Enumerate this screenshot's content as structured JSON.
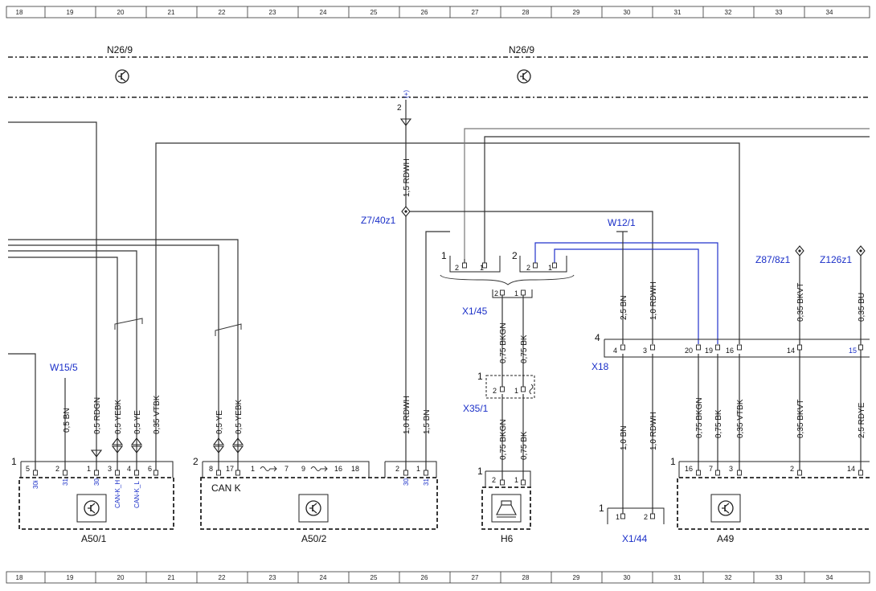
{
  "grid_numbers": [
    "18",
    "19",
    "20",
    "21",
    "22",
    "23",
    "24",
    "25",
    "26",
    "27",
    "28",
    "29",
    "30",
    "31",
    "32",
    "33",
    "34"
  ],
  "control_units": {
    "left": "N26/9",
    "right": "N26/9"
  },
  "splices": {
    "z7": "Z7/40z1",
    "z87": "Z87/8z1",
    "z126": "Z126z1",
    "w12": "W12/1",
    "w15": "W15/5"
  },
  "connectors": {
    "x1_45": "X1/45",
    "x35_1": "X35/1",
    "x18": "X18",
    "x1_44": "X1/44"
  },
  "components": {
    "a50_1": "A50/1",
    "a50_2": "A50/2",
    "h6": "H6",
    "a49": "A49",
    "can_k": "CAN K"
  },
  "wires": {
    "rdwh_15": "1,5 RDWH",
    "rdwh_10_z7": "1,0 RDWH",
    "bn_15": "1,5 BN",
    "bn_05": "0,5 BN",
    "rdgn_05": "0,5 RDGN",
    "yebk_05_a": "0,5 YEBK",
    "ye_05_a": "0,5 YE",
    "vtbk_035_a": "0,35 VTBK",
    "ye_05_b": "0,5 YE",
    "yebk_05_b": "0,5 YEBK",
    "bkgn_075_a": "0,75 BKGN",
    "bk_075_a": "0,75 BK",
    "bkgn_075_b": "0,75 BKGN",
    "bk_075_b": "0,75 BK",
    "bn_25": "2,5 BN",
    "rdwh_10_x18": "1,0 RDWH",
    "bkvt_035_top": "0,35 BKVT",
    "bu_035": "0,35 BU",
    "bn_10": "1,0 BN",
    "rdwh_10_x144": "1,0 RDWH",
    "bkgn_075_c": "0,75 BKGN",
    "bk_075_c": "0,75 BK",
    "vtbk_035_b": "0,35 VTBK",
    "bkvt_035_bot": "0,35 BKVT",
    "rdye_25": "2,5 RDYE"
  },
  "pins": {
    "a50_1_conn": "1",
    "a50_1_p5": "5",
    "a50_1_p2": "2",
    "a50_1_p1": "1",
    "a50_1_p3": "3",
    "a50_1_p4": "4",
    "a50_1_p6": "6",
    "a50_1_s30i": "30i",
    "a50_1_s31": "31",
    "a50_1_s30": "30",
    "a50_1_canh": "CAN-K_H",
    "a50_1_canl": "CAN-K_L",
    "a50_2_conn": "2",
    "a50_2_p8": "8",
    "a50_2_p17": "17",
    "a50_2_p1": "1",
    "a50_2_p7": "7",
    "a50_2_p9": "9",
    "a50_2_p16": "16",
    "a50_2_p18": "18",
    "a50_2_r2": "2",
    "a50_2_r1": "1",
    "a50_2_s30": "30",
    "a50_2_s31": "31",
    "z7_pin": "2",
    "z7_plus": "(+)",
    "plug1": "1",
    "plug1_p2": "2",
    "plug1_p1": "1",
    "plug2": "2",
    "plug2_p2": "2",
    "plug2_p1": "1",
    "x1_45_p2": "2",
    "x1_45_p1": "1",
    "x35_conn": "1",
    "x35_p2": "2",
    "x35_p1": "1",
    "h6_conn": "1",
    "h6_p2": "2",
    "h6_p1": "1",
    "x18_conn": "4",
    "x18_p4": "4",
    "x18_p3": "3",
    "x18_p20": "20",
    "x18_p19": "19",
    "x18_p16": "16",
    "x18_p14": "14",
    "x18_p15": "15",
    "x1_44_conn": "1",
    "x1_44_p1": "1",
    "x1_44_p2": "2",
    "a49_conn": "1",
    "a49_p16": "16",
    "a49_p7": "7",
    "a49_p3": "3",
    "a49_p2": "2",
    "a49_p14": "14"
  },
  "colors": {
    "ink": "#222222",
    "blue_label": "#1a2fc8",
    "blue_wire": "#2233cc",
    "grey_wire": "#777777"
  },
  "icons": [
    "transistor-icon",
    "horn-icon",
    "splice-diamond-icon",
    "ground-triangle-icon"
  ]
}
